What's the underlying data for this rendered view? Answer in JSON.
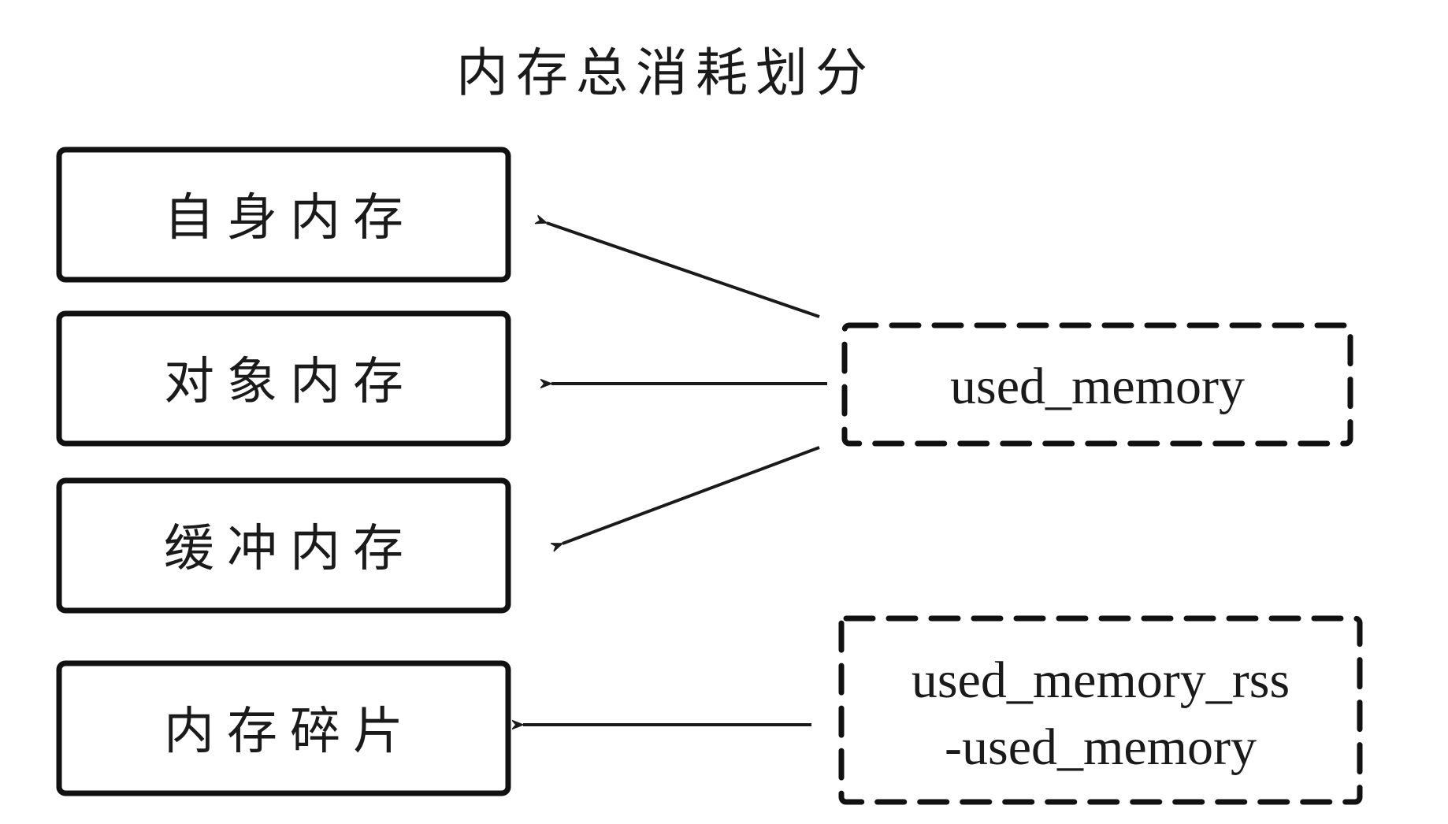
{
  "title": "内存总消耗划分",
  "categories": [
    {
      "id": "self",
      "label": "自身内存"
    },
    {
      "id": "object",
      "label": "对象内存"
    },
    {
      "id": "buffer",
      "label": "缓冲内存"
    },
    {
      "id": "fragment",
      "label": "内存碎片"
    }
  ],
  "metrics": {
    "used_memory": {
      "lines": [
        "used_memory"
      ]
    },
    "fragmentation": {
      "lines": [
        "used_memory_rss",
        "-used_memory"
      ]
    }
  },
  "arrows": [
    {
      "from": "used_memory",
      "to": "self"
    },
    {
      "from": "used_memory",
      "to": "object"
    },
    {
      "from": "used_memory",
      "to": "buffer"
    },
    {
      "from": "fragmentation",
      "to": "fragment"
    }
  ]
}
